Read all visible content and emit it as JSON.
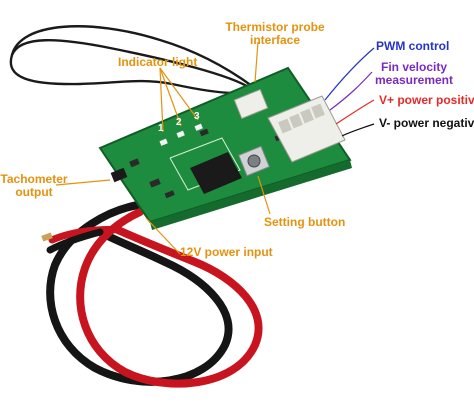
{
  "colors": {
    "label_orange": "#E6920E",
    "pwm_blue": "#2434C8",
    "fin_purple": "#7A2BBE",
    "vplus_red": "#E42A2A",
    "vminus_black": "#111111",
    "pcb_green": "#1E8C3E",
    "wire_red": "#C8141E",
    "wire_black": "#151515"
  },
  "labels": {
    "thermistor_line1": "Thermistor probe",
    "thermistor_line2": "interface",
    "indicator_light": "Indicator light",
    "indicator_numbers": [
      "1",
      "2",
      "3"
    ],
    "pwm_control": "PWM control",
    "fin_velocity_line1": "Fin velocity",
    "fin_velocity_line2": "measurement",
    "v_plus": "V+ power positive",
    "v_minus": "V- power negative",
    "tachometer_line1": "Tachometer",
    "tachometer_line2": "output",
    "setting_button": "Setting button",
    "power_input": "12V power input"
  }
}
